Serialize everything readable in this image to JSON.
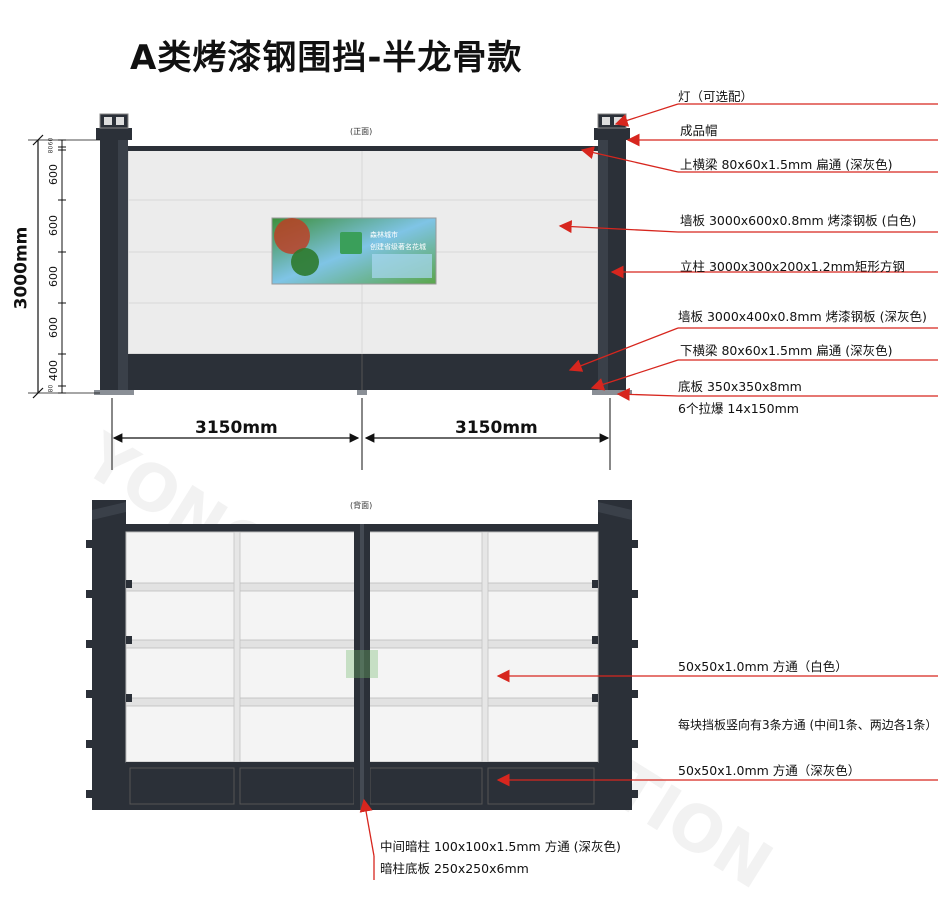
{
  "title": "A类烤漆钢围挡-半龙骨款",
  "front": {
    "view_label": "(正面)",
    "height_dim": "3000mm",
    "segments": [
      "60",
      "80",
      "600",
      "600",
      "600",
      "600",
      "400",
      "80"
    ],
    "width_dims": [
      "3150mm",
      "3150mm"
    ],
    "ad_lines": [
      "森林城市",
      "创建省级著名花城"
    ]
  },
  "back": {
    "view_label": "(背面)"
  },
  "callouts_front": [
    {
      "text": "灯（可选配）"
    },
    {
      "text": "成品帽"
    },
    {
      "text": "上横梁 80x60x1.5mm 扁通 (深灰色)"
    },
    {
      "text": "墙板 3000x600x0.8mm 烤漆钢板 (白色)"
    },
    {
      "text": "立柱 3000x300x200x1.2mm矩形方钢"
    },
    {
      "text": "墙板 3000x400x0.8mm 烤漆钢板 (深灰色)"
    },
    {
      "text": "下横梁 80x60x1.5mm 扁通 (深灰色)"
    },
    {
      "text": "底板 350x350x8mm"
    },
    {
      "text": "6个拉爆 14x150mm"
    }
  ],
  "callouts_back": [
    {
      "text": "50x50x1.0mm 方通（白色）"
    },
    {
      "text": "每块挡板竖向有3条方通 (中间1条、两边各1条）"
    },
    {
      "text": "50x50x1.0mm 方通（深灰色）"
    },
    {
      "text": "中间暗柱 100x100x1.5mm 方通 (深灰色)"
    },
    {
      "text": "暗柱底板 250x250x6mm"
    }
  ],
  "colors": {
    "frame": "#2b3038",
    "panel": "#ececec",
    "arrow": "#d7261e"
  },
  "watermark": "YONG CONSTRUCTION"
}
